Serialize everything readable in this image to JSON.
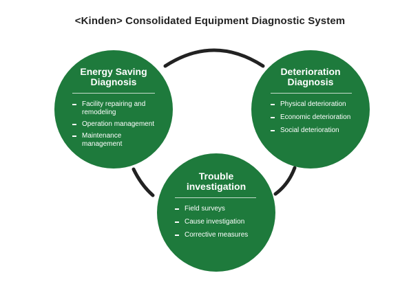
{
  "title": "<Kinden> Consolidated Equipment Diagnostic System",
  "colors": {
    "circle": "#1e7a3c",
    "connector": "#222222",
    "title": "#222222"
  },
  "circles": {
    "energy": {
      "heading": [
        "Energy Saving",
        "Diagnosis"
      ],
      "items": [
        "Facility repairing and remodeling",
        "Operation management",
        "Maintenance management"
      ]
    },
    "deterioration": {
      "heading": [
        "Deterioration",
        "Diagnosis"
      ],
      "items": [
        "Physical deterioration",
        "Economic deterioration",
        "Social deterioration"
      ]
    },
    "trouble": {
      "heading": [
        "Trouble",
        "investigation"
      ],
      "items": [
        "Field surveys",
        "Cause investigation",
        "Corrective measures"
      ]
    }
  }
}
